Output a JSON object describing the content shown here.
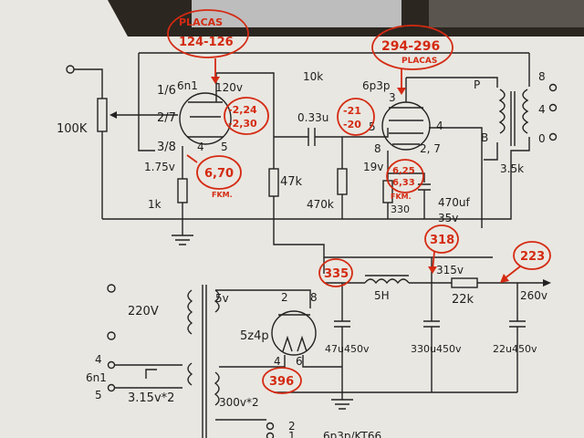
{
  "colors": {
    "paper": "#e9e7e1",
    "ink": "#1e1e1e",
    "annotation": "#d42a12",
    "background": "#2b2620"
  },
  "schematic": {
    "tube1": {
      "type": "6n1",
      "pin_a": "1/6",
      "pin_b": "2/7",
      "pin_c": "3/8",
      "pin_4": "4",
      "pin_5": "5",
      "plate_v": "120v",
      "cathode_v": "1.75v"
    },
    "tube2": {
      "type": "6p3p",
      "pin_3": "3",
      "pin_4": "4",
      "pin_5": "5",
      "pin_8": "8",
      "pin_27": "2, 7",
      "cathode_v": "19v"
    },
    "rectifier": {
      "type": "5z4p",
      "pin_2": "2",
      "pin_8": "8",
      "pin_4": "4",
      "pin_6": "6"
    },
    "components": {
      "pot": "100K",
      "r_feedback": "10k",
      "c_coupling": "0.33u",
      "r_grid": "470k",
      "r_plate": "47k",
      "r_cathode1": "1k",
      "r_cathode2": "330",
      "c_cathode2": "470uf",
      "c_cathode2_v": "35v",
      "choke": "5H",
      "r_supply": "22k",
      "c_filter1": "47u450v",
      "c_filter2": "330u450v",
      "c_filter3": "22u450v",
      "supply_out": "260v",
      "supply_mid": "315v"
    },
    "output_transformer": {
      "p": "P",
      "b": "B",
      "tap_8": "8",
      "tap_4": "4",
      "tap_0": "0",
      "impedance": "3.5k"
    },
    "power_transformer": {
      "mains": "220V",
      "w_5v": "5v",
      "w_hv": "300v*2",
      "heater": "3.15v*2",
      "heater_tube": "6n1",
      "pin_4": "4",
      "pin_5": "5",
      "bottom_2": "2",
      "bottom_1": "1",
      "bottom_cut": "6p3p/KT66"
    }
  },
  "annotations": {
    "plates1_title": "PLACAS",
    "plates1_value": "124-126",
    "plates2_value": "294-296",
    "plates2_title": "PLACAS",
    "grid1_a": "-2,24",
    "grid1_b": "-2,30",
    "grid2_a": "-21",
    "grid2_b": "-20",
    "cath1_value": "6,70",
    "cath1_note": "FKM.",
    "cath2_a": "6,25",
    "cath2_b": "6,33",
    "cath2_note": "FKM.",
    "v318": "318",
    "v335": "335",
    "v223": "223",
    "v396": "396"
  }
}
